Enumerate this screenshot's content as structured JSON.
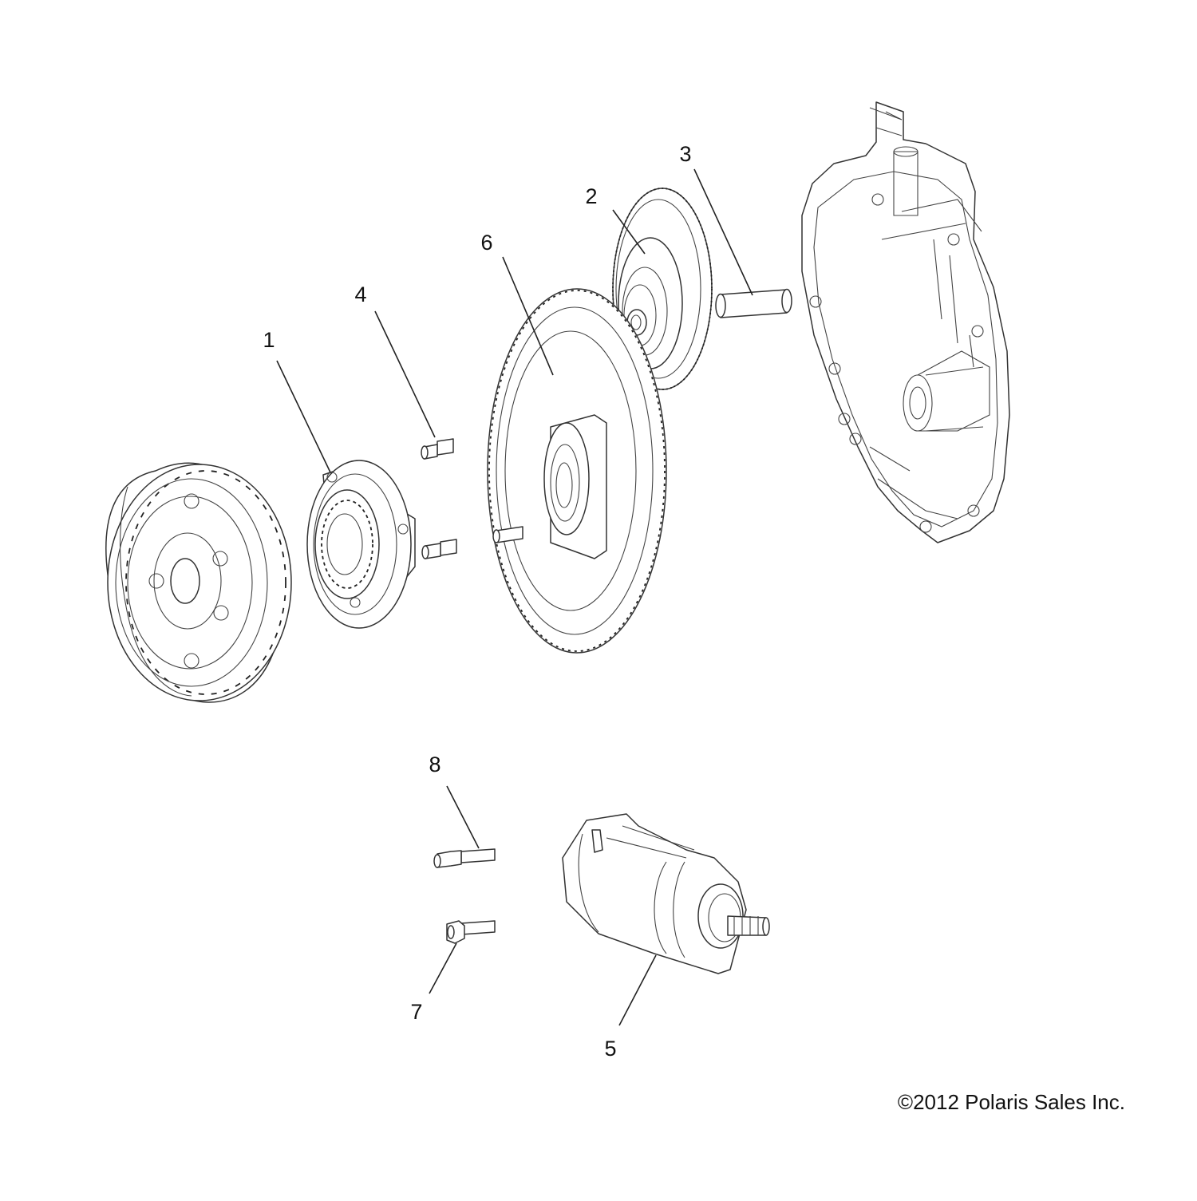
{
  "diagram": {
    "callouts": [
      {
        "id": "1",
        "text": "1"
      },
      {
        "id": "2",
        "text": "2"
      },
      {
        "id": "3",
        "text": "3"
      },
      {
        "id": "4",
        "text": "4"
      },
      {
        "id": "5",
        "text": "5"
      },
      {
        "id": "6",
        "text": "6"
      },
      {
        "id": "7",
        "text": "7"
      },
      {
        "id": "8",
        "text": "8"
      }
    ],
    "copyright": "©2012 Polaris Sales Inc."
  }
}
